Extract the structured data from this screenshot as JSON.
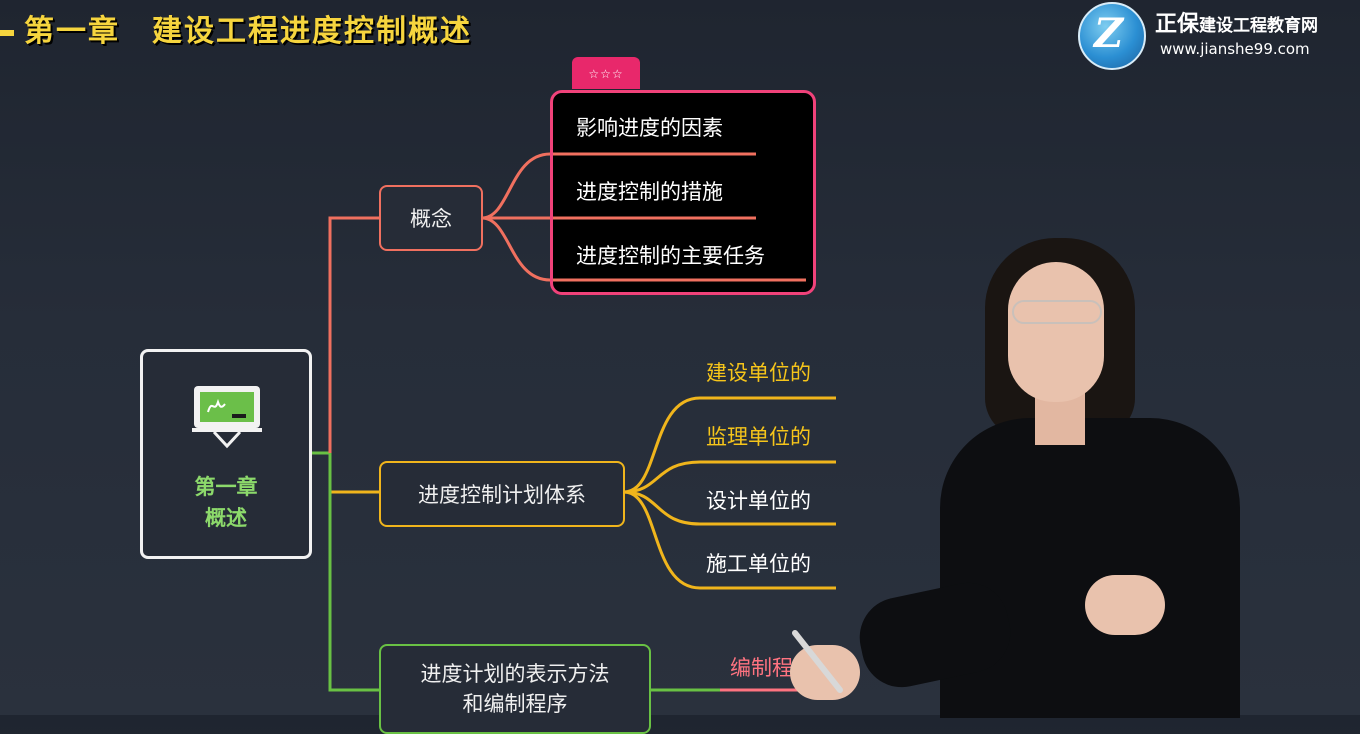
{
  "header": {
    "chapter_title": "第一章　建设工程进度控制概述",
    "logo_mark": "Z",
    "logo_brand": "正保",
    "logo_brand_small": "建设工程教育网",
    "logo_url": "www.jianshe99.com"
  },
  "mindmap": {
    "root_line1": "第一章",
    "root_line2": "概述",
    "board_icon": "teaching-board-icon",
    "branches": [
      {
        "label": "概念",
        "color": "#f0705f",
        "badge": "☆☆☆",
        "leaves": [
          "影响进度的因素",
          "进度控制的措施",
          "进度控制的主要任务"
        ]
      },
      {
        "label": "进度控制计划体系",
        "color": "#f0b51c",
        "leaves": [
          "建设单位的",
          "监理单位的",
          "设计单位的",
          "施工单位的"
        ]
      },
      {
        "label_line1": "进度计划的表示方法",
        "label_line2": "和编制程序",
        "color": "#69c144",
        "leaves": [
          "编制程"
        ]
      }
    ],
    "highlight_color": "#f0427a"
  }
}
